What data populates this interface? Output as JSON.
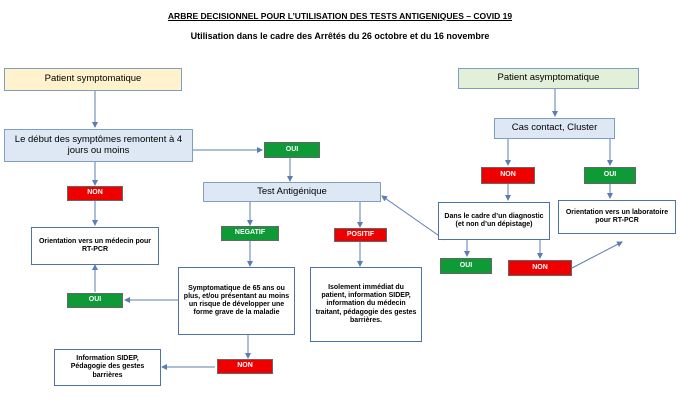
{
  "title": "ARBRE DECISIONNEL POUR L’UTILISATION DES TESTS ANTIGENIQUES – COVID 19",
  "subtitle": "Utilisation dans le cadre des Arrêtés du 26 octobre et du 16 novembre",
  "nodes": {
    "patient_symptomatique": "Patient symptomatique",
    "patient_asymptomatique": "Patient asymptomatique",
    "debut_symptomes": "Le début des symptômes remontent à 4 jours ou moins",
    "cas_contact": "Cas contact, Cluster",
    "test_antigenique": "Test Antigénique",
    "orientation_medecin": "Orientation vers un médecin  pour RT-PCR",
    "depistage": "Dans le cadre d’un diagnostic (et non d’un dépistage)",
    "orientation_labo": "Orientation vers un laboratoire pour RT-PCR",
    "symptomatique_65": "Symptomatique de 65 ans ou plus, et/ou présentant au moins un risque de développer une forme grave de la maladie",
    "isolement": "Isolement immédiat du patient, information SIDEP, information du médecin traitant, pédagogie des gestes barrières.",
    "information_sidep": "Information SIDEP, Pédagogie des gestes barrières"
  },
  "tags": {
    "oui_top": "OUI",
    "non_left": "NON",
    "negatif": "NEGATIF",
    "positif": "POSITIF",
    "oui_left": "OUI",
    "non_bottom": "NON",
    "non_right": "NON",
    "oui_right": "OUI",
    "oui_mid": "OUI",
    "non_mid": "NON"
  },
  "colors": {
    "tag_green": "#0f9a38",
    "tag_red": "#ee0000",
    "box_blue": "#dde8f4",
    "box_yellow": "#fff2cc",
    "box_green": "#e2efd9",
    "connector": "#5b7db1"
  }
}
